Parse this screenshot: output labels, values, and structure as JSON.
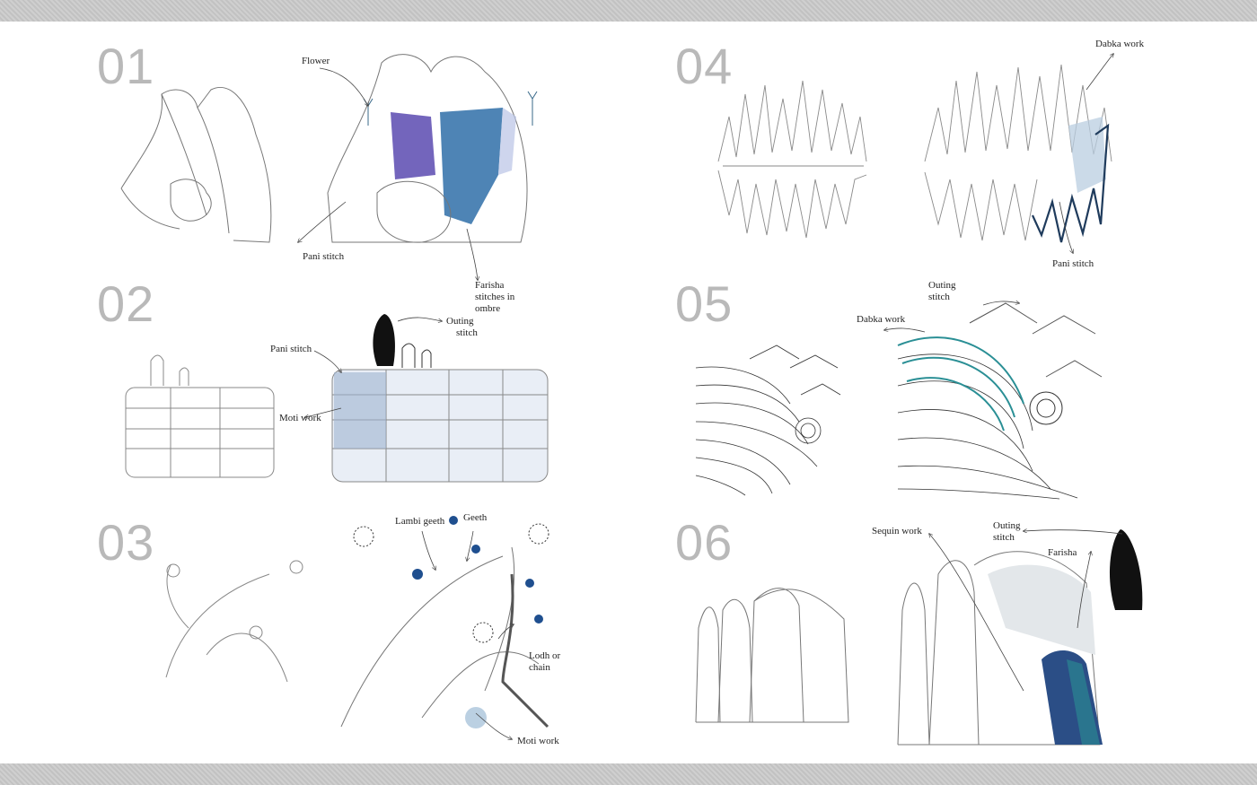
{
  "sections": [
    {
      "number": "01"
    },
    {
      "number": "02"
    },
    {
      "number": "03"
    },
    {
      "number": "04"
    },
    {
      "number": "05"
    },
    {
      "number": "06"
    }
  ],
  "labels": {
    "s01": {
      "flower": "Flower",
      "pani": "Pani stitch",
      "farisha": [
        "Farisha",
        "stitches in",
        "ombre"
      ]
    },
    "s02": {
      "outing": [
        "Outing",
        "stitch"
      ],
      "pani": "Pani stitch",
      "moti": "Moti work"
    },
    "s03": {
      "lambi": "Lambi geeth",
      "geeth": "Geeth",
      "lodh": [
        "Lodh or",
        "chain"
      ],
      "moti": "Moti work"
    },
    "s04": {
      "dabka": "Dabka work",
      "pani": "Pani stitch"
    },
    "s05": {
      "outing": [
        "Outing",
        "stitch"
      ],
      "dabka": "Dabka work"
    },
    "s06": {
      "outing": [
        "Outing",
        "stitch"
      ],
      "sequin": "Sequin work",
      "farisha": "Farisha"
    }
  },
  "colors": {
    "ink": "#555555",
    "navy": "#1f3b5c",
    "blue": "#2f6fa8",
    "violet": "#3b2f8f",
    "teal": "#2a8f95",
    "ice": "#b8c8dc"
  }
}
